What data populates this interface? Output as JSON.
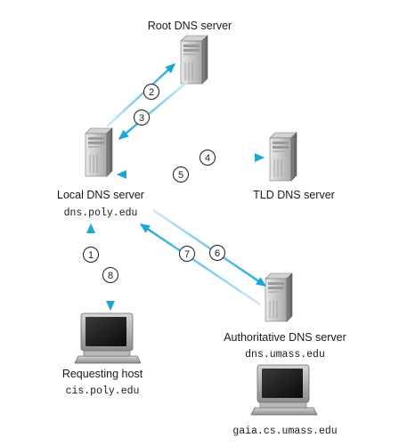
{
  "nodes": {
    "root": {
      "label": "Root DNS server"
    },
    "tld": {
      "label": "TLD DNS server"
    },
    "local": {
      "label": "Local DNS server",
      "hostname": "dns.poly.edu"
    },
    "authoritative": {
      "label": "Authoritative DNS server",
      "hostname": "dns.umass.edu"
    },
    "requesting": {
      "label": "Requesting host",
      "hostname": "cis.poly.edu"
    },
    "target": {
      "hostname": "gaia.cs.umass.edu"
    }
  },
  "steps": [
    "1",
    "2",
    "3",
    "4",
    "5",
    "6",
    "7",
    "8"
  ],
  "colors": {
    "arrow": "#1aa7d8",
    "arrow_fade": "#cdebf6"
  }
}
